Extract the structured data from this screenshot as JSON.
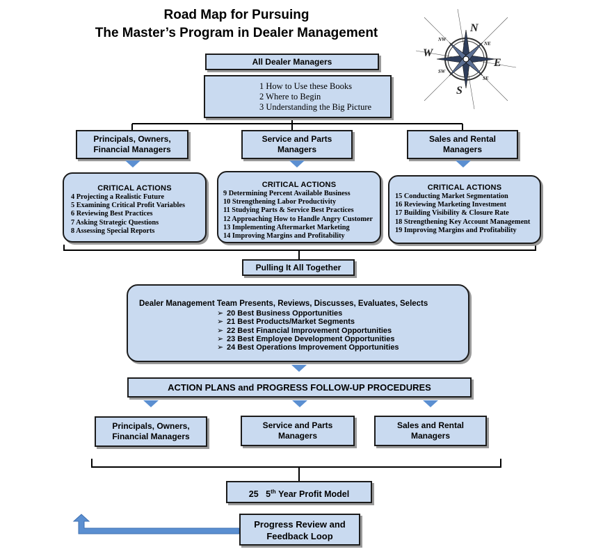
{
  "title": {
    "line1": "Road Map for Pursuing",
    "line2": "The Master’s Program in Dealer Management"
  },
  "compass_rose": {
    "icon": "compass-rose-icon",
    "labels": [
      "N",
      "NE",
      "E",
      "SE",
      "S",
      "SW",
      "W",
      "NW"
    ]
  },
  "all_dealer_managers": "All Dealer Managers",
  "intro_steps": [
    "1  How to Use these Books",
    "2  Where to Begin",
    "3  Understanding the Big Picture"
  ],
  "manager_groups": {
    "principals": "Principals, Owners, Financial Managers",
    "service": "Service and Parts Managers",
    "sales": "Sales and Rental Managers"
  },
  "critical_actions": {
    "heading": "CRITICAL ACTIONS",
    "principals": [
      "4  Projecting a Realistic Future",
      "5  Examining Critical Profit Variables",
      "6  Reviewing Best Practices",
      "7  Asking Strategic Questions",
      "8  Assessing Special Reports"
    ],
    "service": [
      "9   Determining Percent Available Business",
      "10  Strengthening Labor Productivity",
      "11  Studying Parts & Service Best Practices",
      "12 Approaching How to Handle Angry Customer",
      "13 Implementing Aftermarket Marketing",
      "14 Improving Margins and Profitability"
    ],
    "sales": [
      "15 Conducting Market Segmentation",
      "16 Reviewing Marketing Investment",
      "17 Building Visibility & Closure Rate",
      "18 Strengthening Key Account Management",
      "19 Improving Margins and Profitability"
    ]
  },
  "pulling_together": "Pulling It All Together",
  "team": {
    "heading": "Dealer Management Team Presents, Reviews, Discusses, Evaluates, Selects",
    "items": [
      "20 Best Business Opportunities",
      "21 Best Products/Market Segments",
      "22 Best Financial Improvement Opportunities",
      "23 Best Employee Development Opportunities",
      "24 Best Operations Improvement Opportunities"
    ]
  },
  "action_plans": "ACTION PLANS and PROGRESS FOLLOW-UP PROCEDURES",
  "profit_model": {
    "number": "25",
    "ordinal": "5",
    "superscript": "th",
    "rest": "Year Profit Model"
  },
  "feedback": {
    "line1": "Progress Review and",
    "line2": "Feedback Loop"
  },
  "colors": {
    "box_fill": "#c9daf0",
    "arrow": "#5b8fd1",
    "border": "#1b1b1b"
  }
}
